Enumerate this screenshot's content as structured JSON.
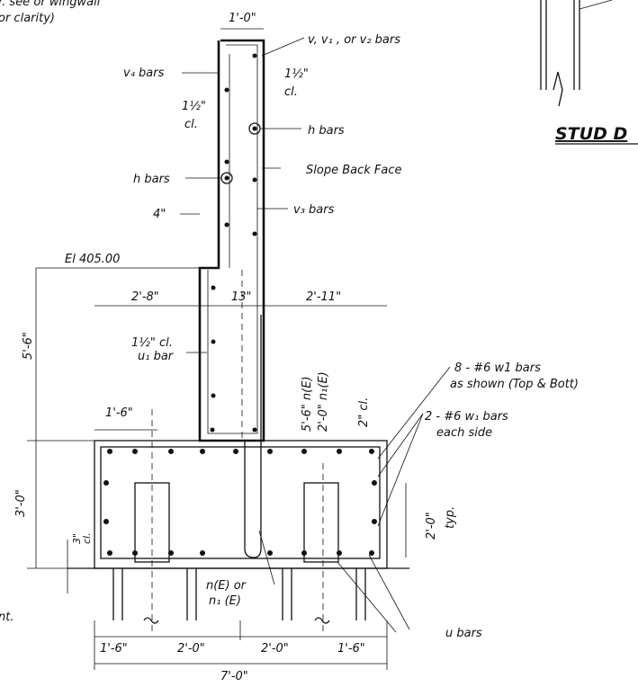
{
  "top_left_note": [
    "r. see or wingwall",
    "or clarity)"
  ],
  "stud_title": "STUD D",
  "bottom_left_note": "nt.",
  "labels": {
    "wall_width": "1'-0\"",
    "v_bars": "v, v₁ , or v₂ bars",
    "v4_bars": "v₄ bars",
    "cl_right": "1½\"",
    "cl_right_b": "cl.",
    "cl_left": "1½\"",
    "cl_left_b": "cl.",
    "h_bars_right": "h bars",
    "slope_back_face": "Slope Back Face",
    "h_bars_left": "h bars",
    "v3_bars": "v₃ bars",
    "step_4in": "4\"",
    "elevation": "El 405.00",
    "dim_2_8": "2'-8\"",
    "dim_13": "13\"",
    "dim_2_11": "2'-11\"",
    "dim_5_6": "5'-6\"",
    "cl_1_5": "1½\" cl.",
    "u1_bar": "u₁ bar",
    "n_e_a": "5'-6\" n(E)",
    "n_e_b": "2'-0\" n₁(E)",
    "cl_2": "2\" cl.",
    "dim_1_6_top": "1'-6\"",
    "w1_top_a": "8 - #6 w1 bars",
    "w1_top_b": "as shown (Top & Bott)",
    "w1_side_a": "2 - #6 w₁ bars",
    "w1_side_b": "each side",
    "dim_3_0": "3'-0\"",
    "cl_3": "3\"",
    "cl_3_b": "cl.",
    "typ_2_0": "2'-0\"",
    "typ": "typ.",
    "n_e_or_a": "n(E) or",
    "n_e_or_b": "n₁ (E)",
    "u_bars": "u bars",
    "bot_1_6_a": "1'-6\"",
    "bot_2_0_a": "2'-0\"",
    "bot_2_0_b": "2'-0\"",
    "bot_1_6_b": "1'-6\"",
    "dim_7_0": "7'-0\""
  }
}
